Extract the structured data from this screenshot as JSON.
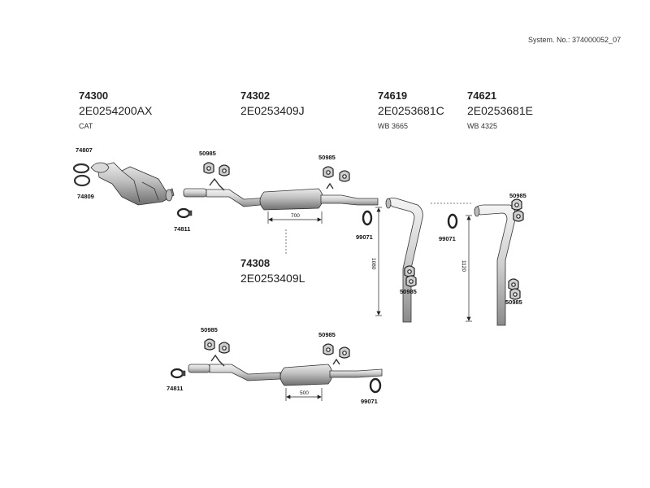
{
  "header": {
    "system_number": "System. No.: 374000052_07"
  },
  "assemblies": [
    {
      "part": "74300",
      "oem": "2E0254200AX",
      "note": "CAT"
    },
    {
      "part": "74302",
      "oem": "2E0253409J",
      "note": ""
    },
    {
      "part": "74619",
      "oem": "2E0253681C",
      "note": "WB 3665"
    },
    {
      "part": "74621",
      "oem": "2E0253681E",
      "note": "WB 4325"
    },
    {
      "part": "74308",
      "oem": "2E0253409L",
      "note": ""
    }
  ],
  "callouts": {
    "c74807": "74807",
    "c74809": "74809",
    "c74811_top": "74811",
    "c74811_bottom": "74811",
    "c50985_a": "50985",
    "c50985_b": "50985",
    "c50985_c": "50985",
    "c50985_d": "50985",
    "c50985_e": "50985",
    "c50985_f": "50985",
    "c50985_g": "50985",
    "c99071_a": "99071",
    "c99071_b": "99071",
    "c99071_c": "99071"
  },
  "dimensions": {
    "d700": "700",
    "d500": "500",
    "d1080": "1080",
    "d1120": "1120"
  }
}
